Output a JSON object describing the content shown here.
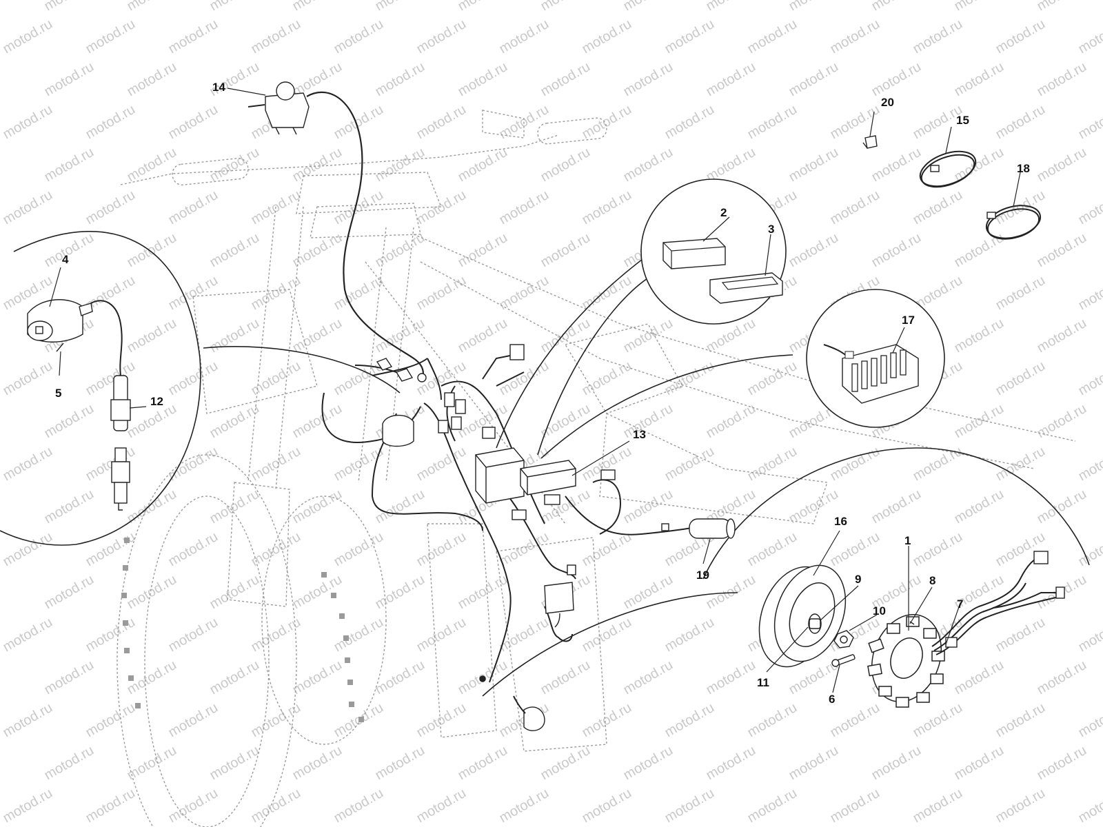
{
  "watermark": "motod.ru",
  "callouts": {
    "c1": "1",
    "c2": "2",
    "c3": "3",
    "c4": "4",
    "c5": "5",
    "c6": "6",
    "c7": "7",
    "c8": "8",
    "c9": "9",
    "c10": "10",
    "c11": "11",
    "c12": "12",
    "c13": "13",
    "c14": "14",
    "c15": "15",
    "c16": "16",
    "c17": "17",
    "c18": "18",
    "c19": "19",
    "c20": "20"
  },
  "colors": {
    "line": "#222222",
    "ghost": "#9a9a9a",
    "watermark": "#c9c9c9",
    "background": "#ffffff"
  }
}
